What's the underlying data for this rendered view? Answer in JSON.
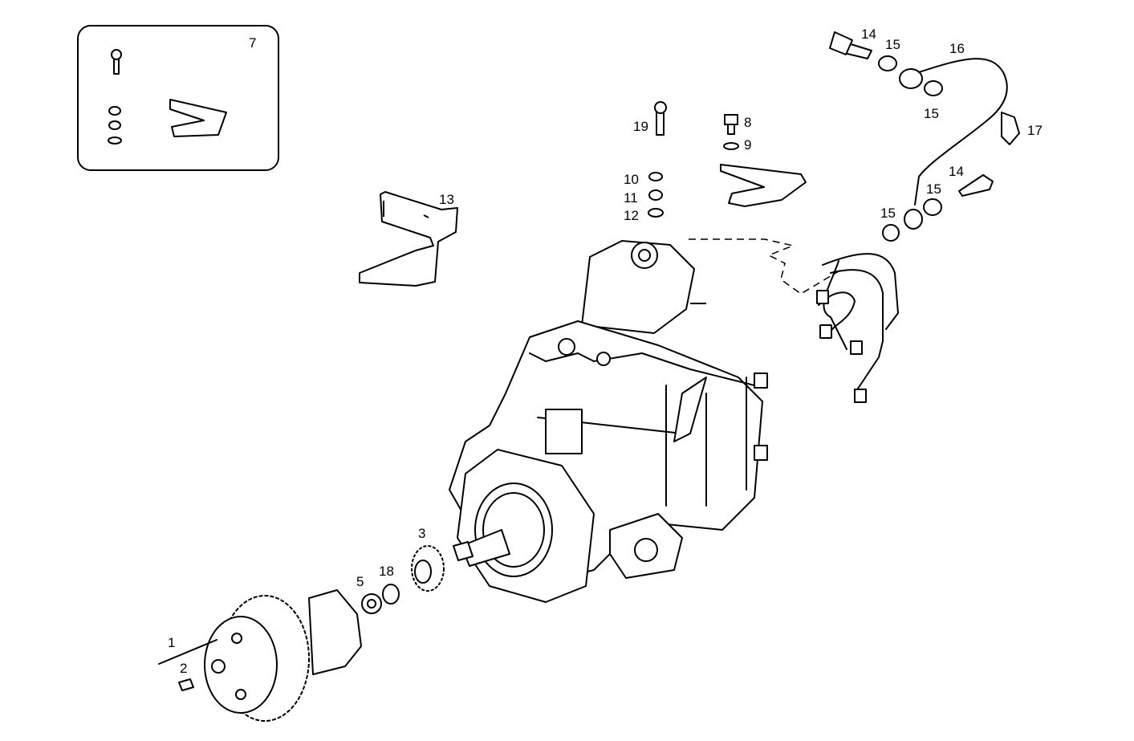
{
  "diagram": {
    "title": "Injection pump exploded view",
    "inset_label": "7",
    "callouts": [
      "1",
      "2",
      "3",
      "5",
      "18",
      "13",
      "19",
      "8",
      "9",
      "10",
      "11",
      "12",
      "14",
      "15",
      "16",
      "15",
      "17",
      "14",
      "15",
      "15"
    ]
  }
}
